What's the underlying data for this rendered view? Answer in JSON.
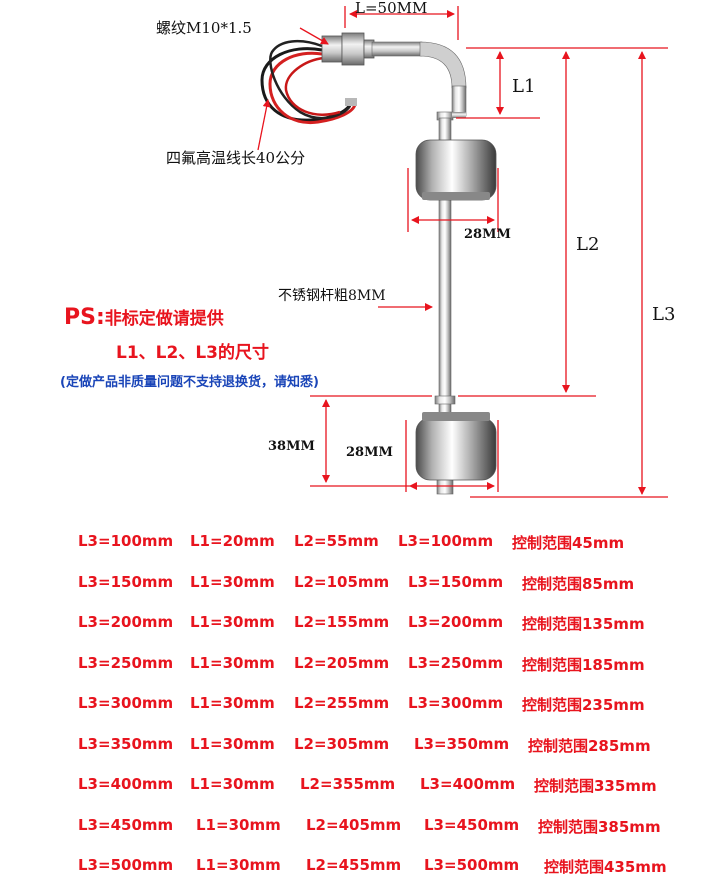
{
  "labels": {
    "thread": "螺纹M10*1.5",
    "l_width": "L=50MM",
    "l1": "L1",
    "l2": "L2",
    "l3": "L3",
    "wire": "四氟高温线长40公分",
    "float_width_top": "28MM",
    "rod": "不锈钢杆粗8MM",
    "float_height": "38MM",
    "float_width_bottom": "28MM"
  },
  "ps": {
    "tag": "PS:",
    "line1": "非标定做请提供",
    "line2": "L1、L2、L3的尺寸",
    "line3": "(定做产品非质量问题不支持退换货，请知悉)"
  },
  "colors": {
    "dimension_red": "#e8141e",
    "note_blue": "#1a45b8"
  },
  "table": {
    "rows": [
      [
        "L3=100mm",
        "L1=20mm",
        "L2=55mm",
        "L3=100mm",
        "控制范围45mm"
      ],
      [
        "L3=150mm",
        "L1=30mm",
        "L2=105mm",
        "L3=150mm",
        "控制范围85mm"
      ],
      [
        "L3=200mm",
        "L1=30mm",
        "L2=155mm",
        "L3=200mm",
        "控制范围135mm"
      ],
      [
        "L3=250mm",
        "L1=30mm",
        "L2=205mm",
        "L3=250mm",
        "控制范围185mm"
      ],
      [
        "L3=300mm",
        "L1=30mm",
        "L2=255mm",
        "L3=300mm",
        "控制范围235mm"
      ],
      [
        "L3=350mm",
        "L1=30mm",
        "L2=305mm",
        "L3=350mm",
        "控制范围285mm"
      ],
      [
        "L3=400mm",
        "L1=30mm",
        "L2=355mm",
        "L3=400mm",
        "控制范围335mm"
      ],
      [
        "L3=450mm",
        "L1=30mm",
        "L2=405mm",
        "L3=450mm",
        "控制范围385mm"
      ],
      [
        "L3=500mm",
        "L1=30mm",
        "L2=455mm",
        "L3=500mm",
        "控制范围435mm"
      ]
    ]
  }
}
